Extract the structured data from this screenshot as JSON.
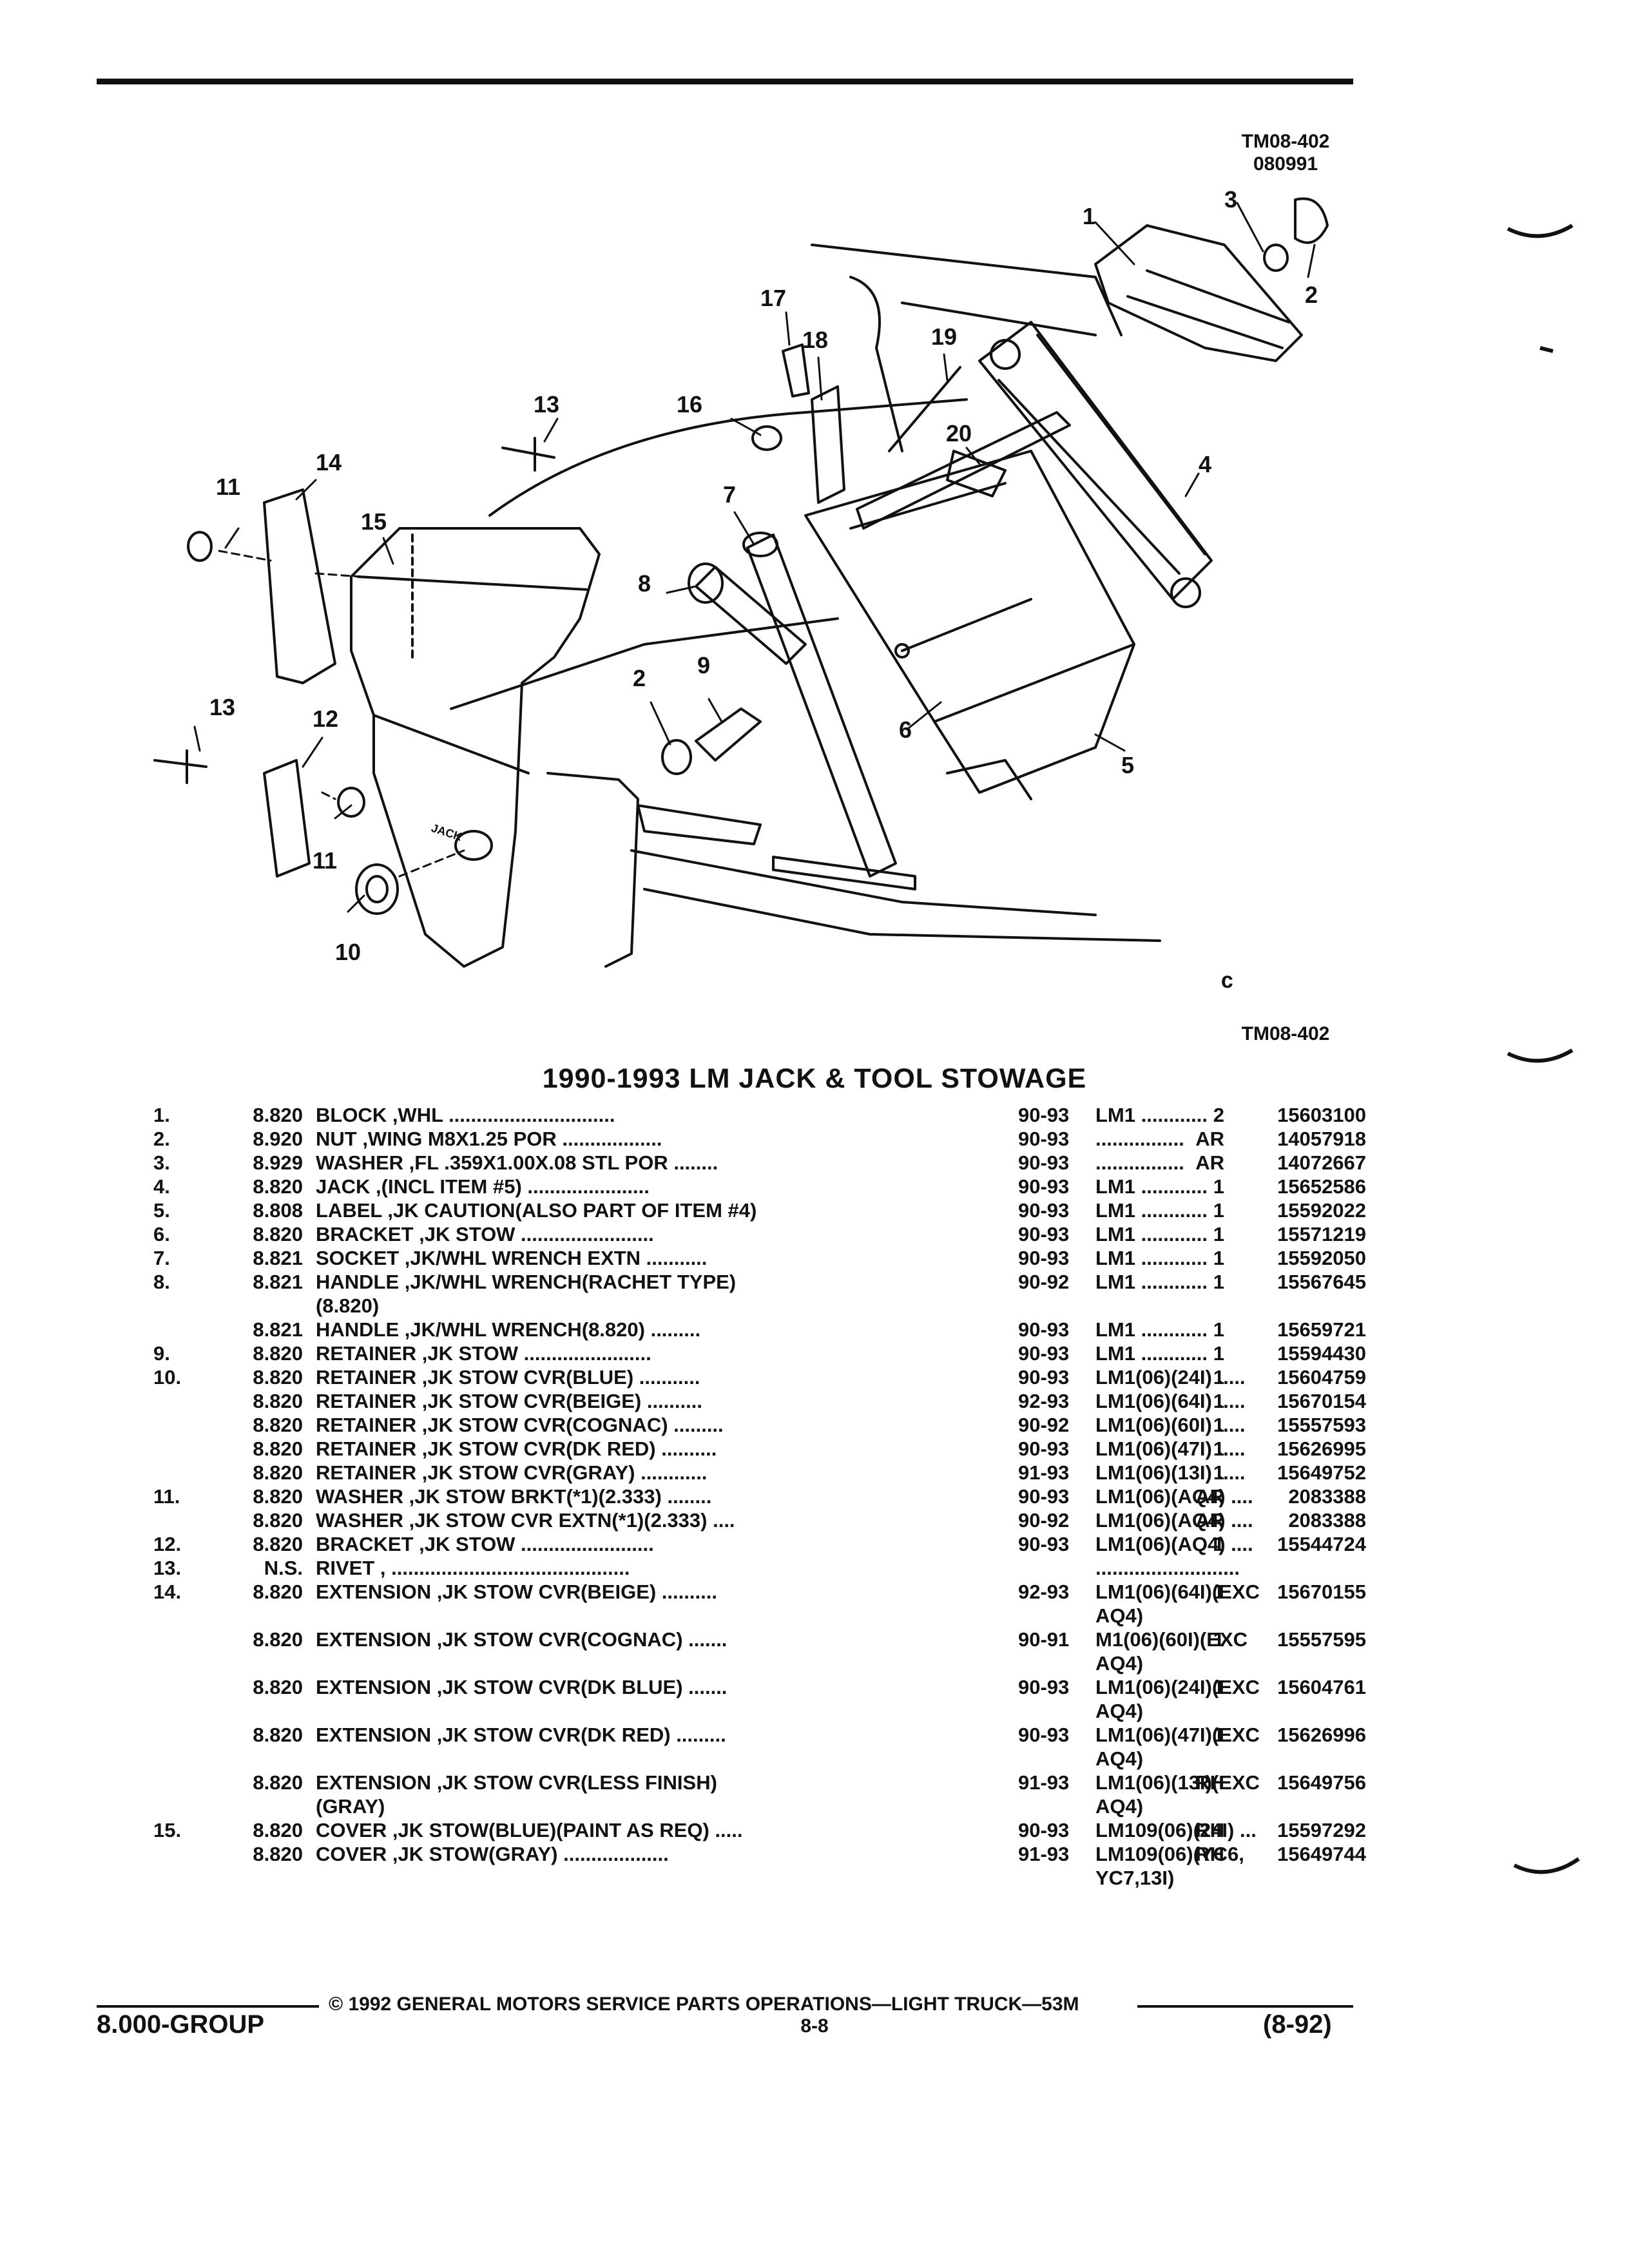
{
  "header": {
    "drawing_id_top": "TM08-402",
    "drawing_date": "080991",
    "drawing_id_bottom": "TM08-402"
  },
  "callouts": [
    "1",
    "2",
    "3",
    "4",
    "5",
    "6",
    "7",
    "8",
    "9",
    "2",
    "10",
    "11",
    "11",
    "12",
    "13",
    "13",
    "14",
    "15",
    "16",
    "17",
    "18",
    "19",
    "20"
  ],
  "diagram_text": {
    "jack_label": "JACK"
  },
  "title": "1990-1993 LM JACK & TOOL STOWAGE",
  "parts": [
    {
      "item": "1.",
      "group": "8.820",
      "desc": "BLOCK ,WHL ..............................",
      "year": "90-93",
      "usage": "LM1 ............",
      "qty": "2",
      "pn": "15603100"
    },
    {
      "item": "2.",
      "group": "8.920",
      "desc": "NUT ,WING M8X1.25 POR ..................",
      "year": "90-93",
      "usage": "................",
      "qty": "AR",
      "pn": "14057918"
    },
    {
      "item": "3.",
      "group": "8.929",
      "desc": "WASHER ,FL .359X1.00X.08 STL POR ........",
      "year": "90-93",
      "usage": "................",
      "qty": "AR",
      "pn": "14072667"
    },
    {
      "item": "4.",
      "group": "8.820",
      "desc": "JACK ,(INCL ITEM #5) ......................",
      "year": "90-93",
      "usage": "LM1 ............",
      "qty": "1",
      "pn": "15652586"
    },
    {
      "item": "5.",
      "group": "8.808",
      "desc": "LABEL ,JK CAUTION(ALSO PART OF ITEM #4)",
      "year": "90-93",
      "usage": "LM1 ............",
      "qty": "1",
      "pn": "15592022"
    },
    {
      "item": "6.",
      "group": "8.820",
      "desc": "BRACKET ,JK STOW ........................",
      "year": "90-93",
      "usage": "LM1 ............",
      "qty": "1",
      "pn": "15571219"
    },
    {
      "item": "7.",
      "group": "8.821",
      "desc": "SOCKET ,JK/WHL WRENCH EXTN ...........",
      "year": "90-93",
      "usage": "LM1 ............",
      "qty": "1",
      "pn": "15592050"
    },
    {
      "item": "8.",
      "group": "8.821",
      "desc": "HANDLE ,JK/WHL WRENCH(RACHET TYPE)\n(8.820)",
      "year": "90-92",
      "usage": "LM1 ............",
      "qty": "1",
      "pn": "15567645"
    },
    {
      "item": "",
      "group": "8.821",
      "desc": "HANDLE ,JK/WHL WRENCH(8.820) .........",
      "year": "90-93",
      "usage": "LM1 ............",
      "qty": "1",
      "pn": "15659721"
    },
    {
      "item": "9.",
      "group": "8.820",
      "desc": "RETAINER ,JK STOW .......................",
      "year": "90-93",
      "usage": "LM1 ............",
      "qty": "1",
      "pn": "15594430"
    },
    {
      "item": "10.",
      "group": "8.820",
      "desc": "RETAINER ,JK STOW CVR(BLUE) ...........",
      "year": "90-93",
      "usage": "LM1(06)(24I) .....",
      "qty": "1",
      "pn": "15604759"
    },
    {
      "item": "",
      "group": "8.820",
      "desc": "RETAINER ,JK STOW CVR(BEIGE) ..........",
      "year": "92-93",
      "usage": "LM1(06)(64I) .....",
      "qty": "1",
      "pn": "15670154"
    },
    {
      "item": "",
      "group": "8.820",
      "desc": "RETAINER ,JK STOW CVR(COGNAC) .........",
      "year": "90-92",
      "usage": "LM1(06)(60I) .....",
      "qty": "1",
      "pn": "15557593"
    },
    {
      "item": "",
      "group": "8.820",
      "desc": "RETAINER ,JK STOW CVR(DK RED) ..........",
      "year": "90-93",
      "usage": "LM1(06)(47I) .....",
      "qty": "1",
      "pn": "15626995"
    },
    {
      "item": "",
      "group": "8.820",
      "desc": "RETAINER ,JK STOW CVR(GRAY) ............",
      "year": "91-93",
      "usage": "LM1(06)(13I) .....",
      "qty": "1",
      "pn": "15649752"
    },
    {
      "item": "11.",
      "group": "8.820",
      "desc": "WASHER ,JK STOW BRKT(*1)(2.333) ........",
      "year": "90-93",
      "usage": "LM1(06)(AQ4) ....",
      "qty": "AR",
      "pn": "2083388"
    },
    {
      "item": "",
      "group": "8.820",
      "desc": "WASHER ,JK STOW CVR EXTN(*1)(2.333) ....",
      "year": "90-92",
      "usage": "LM1(06)(AQ4) ....",
      "qty": "AR",
      "pn": "2083388"
    },
    {
      "item": "12.",
      "group": "8.820",
      "desc": "BRACKET ,JK STOW ........................",
      "year": "90-93",
      "usage": "LM1(06)(AQ4) ....",
      "qty": "1",
      "pn": "15544724"
    },
    {
      "item": "13.",
      "group": "N.S.",
      "desc": "RIVET , ...........................................",
      "year": "",
      "usage": "..........................",
      "qty": "",
      "pn": ""
    },
    {
      "item": "14.",
      "group": "8.820",
      "desc": "EXTENSION ,JK STOW CVR(BEIGE) ..........",
      "year": "92-93",
      "usage": "LM1(06)(64I)(EXC\nAQ4)",
      "qty": "1",
      "pn": "15670155"
    },
    {
      "item": "",
      "group": "8.820",
      "desc": "EXTENSION ,JK STOW CVR(COGNAC) .......",
      "year": "90-91",
      "usage": "M1(06)(60I)(EXC\nAQ4)",
      "qty": "1",
      "pn": "15557595"
    },
    {
      "item": "",
      "group": "8.820",
      "desc": "EXTENSION ,JK STOW CVR(DK BLUE) .......",
      "year": "90-93",
      "usage": "LM1(06)(24I)(EXC\nAQ4)",
      "qty": "1",
      "pn": "15604761"
    },
    {
      "item": "",
      "group": "8.820",
      "desc": "EXTENSION ,JK STOW CVR(DK RED) .........",
      "year": "90-93",
      "usage": "LM1(06)(47I)(EXC\nAQ4)",
      "qty": "1",
      "pn": "15626996"
    },
    {
      "item": "",
      "group": "8.820",
      "desc": "EXTENSION ,JK STOW CVR(LESS FINISH)\n(GRAY)",
      "year": "91-93",
      "usage": "LM1(06)(13I)(EXC\nAQ4)",
      "qty": "RH",
      "pn": "15649756"
    },
    {
      "item": "15.",
      "group": "8.820",
      "desc": "COVER ,JK STOW(BLUE)(PAINT AS REQ) .....",
      "year": "90-93",
      "usage": "LM109(06)(24I) ...",
      "qty": "RH",
      "pn": "15597292"
    },
    {
      "item": "",
      "group": "8.820",
      "desc": "COVER ,JK STOW(GRAY) ...................",
      "year": "91-93",
      "usage": "LM109(06)(YC6,\nYC7,13I)",
      "qty": "RH",
      "pn": "15649744"
    }
  ],
  "footer": {
    "copyright": "© 1992 GENERAL MOTORS SERVICE PARTS OPERATIONS—LIGHT TRUCK—53M",
    "group": "8.000-GROUP",
    "page": "8-8",
    "date": "(8-92)"
  }
}
